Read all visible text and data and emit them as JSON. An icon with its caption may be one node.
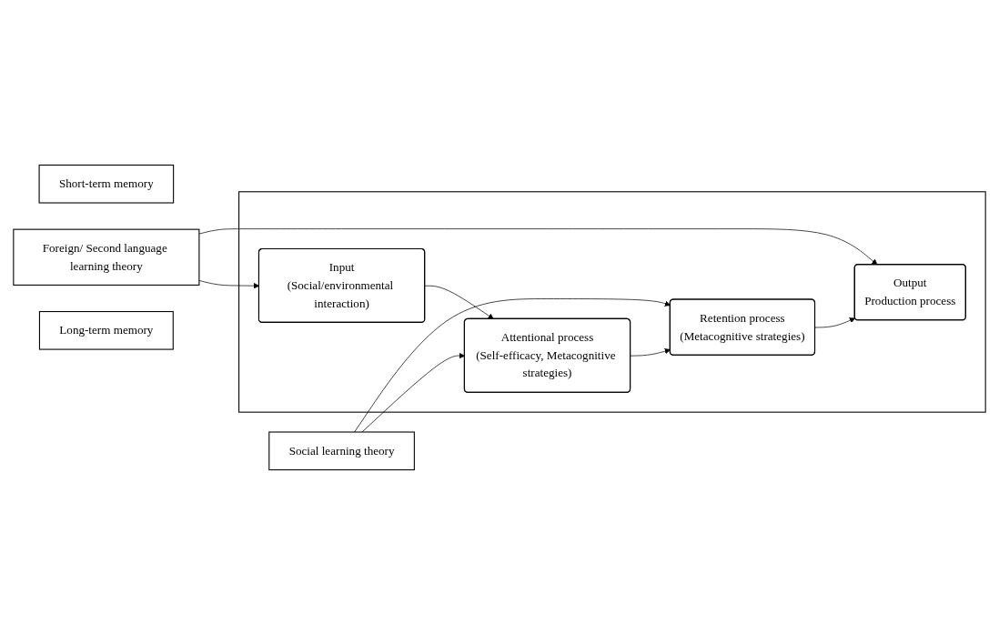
{
  "diagram": {
    "nodes": [
      {
        "text": [
          "Short-term memory"
        ]
      },
      {
        "text": [
          "Foreign/ Second language learning theory"
        ]
      },
      {
        "text": [],
        "shape": "box"
      },
      {
        "text": [
          "Input",
          "(Social/environmental interaction)"
        ],
        "in": 2
      },
      {
        "text": [
          "Attentional process",
          "(Self-efficacy, Metacognitive strategies)"
        ],
        "in": 2
      },
      {
        "text": [
          "Social learning theory"
        ]
      },
      {
        "text": [
          "Output",
          "Production process"
        ],
        "in": 2
      },
      {
        "text": [
          "Retention process",
          "(Metacognitive strategies)"
        ],
        "in": 2
      },
      {
        "text": [
          "Long-term memory"
        ]
      }
    ],
    "edges": [
      {
        "from": 3,
        "to": 4,
        "arrow": "to"
      },
      {
        "from": 4,
        "to": 7,
        "arrow": "to"
      },
      {
        "from": 7,
        "to": 6,
        "arrow": "to"
      },
      {
        "from": 1,
        "to": 3,
        "arrow": "to"
      },
      {
        "from": 1,
        "to": 6,
        "arrow": "to"
      },
      {
        "from": 5,
        "to": 4,
        "arrow": "to"
      },
      {
        "from": 5,
        "to": 7,
        "arrow": "to"
      }
    ]
  }
}
